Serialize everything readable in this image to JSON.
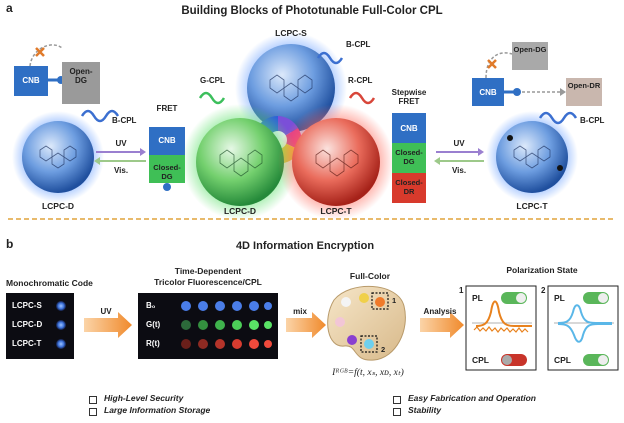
{
  "panel_a": {
    "label": "a",
    "title": "Building Blocks of Phototunable Full-Color CPL",
    "spheres": {
      "left": "LCPC-D",
      "top": "LCPC-S",
      "green": "LCPC-D",
      "red": "LCPC-T",
      "right": "LCPC-T"
    },
    "cpl": {
      "b_left": "B-CPL",
      "b_top": "B-CPL",
      "g": "G-CPL",
      "r": "R-CPL",
      "b_right": "B-CPL"
    },
    "boxes": {
      "cnb_left": "CNB",
      "open_dg_left": "Open-DG",
      "fret": "FRET",
      "fret_cnb": "CNB",
      "fret_closed_dg": "Closed-DG",
      "stepwise_fret": "Stepwise FRET",
      "sw_cnb": "CNB",
      "sw_closed_dg": "Closed-DG",
      "sw_closed_dr": "Closed-DR",
      "cnb_right": "CNB",
      "open_dg_right": "Open-DG",
      "open_dr_right": "Open-DR"
    },
    "arrows": {
      "uv_left": "UV",
      "vis_left": "Vis.",
      "uv_right": "UV",
      "vis_right": "Vis."
    }
  },
  "panel_b": {
    "label": "b",
    "title": "4D Information Encryption",
    "mono_title": "Monochromatic Code",
    "mono_rows": [
      "LCPC-S",
      "LCPC-D",
      "LCPC-T"
    ],
    "uv": "UV",
    "tri_title_1": "Time-Dependent",
    "tri_title_2": "Tricolor Fluorescence/CPL",
    "tri_rows": [
      "B₀",
      "G(t)",
      "R(t)"
    ],
    "mix": "mix",
    "full_color": "Full-Color",
    "palette_marks": [
      "1",
      "2"
    ],
    "equation": "Iᴿᴳᴮ=f(t, xₛ, xᴅ, xₜ)",
    "analysis": "Analysis",
    "polarization_state": "Polarization State",
    "state_numbers": [
      "1",
      "2"
    ],
    "pl": "PL",
    "cpl": "CPL",
    "features": [
      "High-Level Security",
      "Large Information Storage",
      "Easy Fabrication and Operation",
      "Stability"
    ]
  },
  "colors": {
    "blue": "#2f6fc4",
    "green": "#3fbf56",
    "red": "#d83a2c",
    "orange": "#e8821e",
    "cyan": "#5ab7e8",
    "gray": "#8a8a8a",
    "divider": "#e0a43c"
  }
}
